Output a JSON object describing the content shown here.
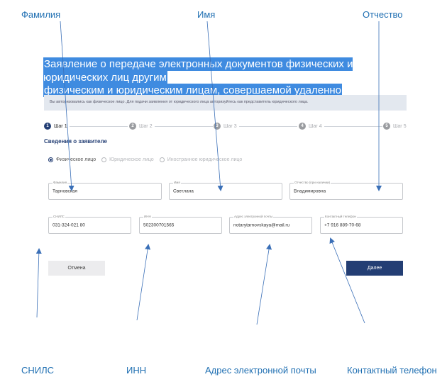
{
  "callouts": {
    "surname": "Фамилия",
    "name": "Имя",
    "patronymic": "Отчество",
    "snils": "СНИЛС",
    "inn": "ИНН",
    "email": "Адрес электронной почты",
    "phone": "Контактный телефон"
  },
  "form": {
    "title_line1": "Заявление о передаче электронных документов физических и юридических лиц другим",
    "title_line2": "физическим и юридическим лицам, совершаемой удаленно",
    "notice": "Вы авторизовались как физическое лицо. Для подачи заявления от юридического лица авторизуйтесь как представитель юридического лица.",
    "steps": [
      {
        "num": "1",
        "label": "Шаг 1"
      },
      {
        "num": "2",
        "label": "Шаг 2"
      },
      {
        "num": "3",
        "label": "Шаг 3"
      },
      {
        "num": "4",
        "label": "Шаг 4"
      },
      {
        "num": "5",
        "label": "Шаг 5"
      }
    ],
    "section_title": "Сведения о заявителе",
    "applicant_types": [
      "Физическое лицо",
      "Юридическое лицо",
      "Иностранное юридическое лицо"
    ],
    "fields": {
      "surname": {
        "label": "Фамилия",
        "value": "Тарновская"
      },
      "name": {
        "label": "Имя",
        "value": "Светлана"
      },
      "patronymic": {
        "label": "Отчество (при наличии)",
        "value": "Владимировна"
      },
      "snils": {
        "label": "СНИЛС",
        "value": "031-324-021 80"
      },
      "inn": {
        "label": "ИНН",
        "value": "502300701565"
      },
      "email": {
        "label": "Адрес электронной почты",
        "value": "notarytarnovskaya@mail.ru"
      },
      "phone": {
        "label": "Контактный телефон",
        "value": "+7 916 889-70-68"
      }
    },
    "cancel_label": "Отмена",
    "next_label": "Далее"
  },
  "colors": {
    "callout": "#1f6fb2",
    "arrow": "#3a6fb7",
    "title_highlight": "#3f8be0",
    "primary": "#233e74",
    "notice_bg": "#e3e8ef"
  }
}
